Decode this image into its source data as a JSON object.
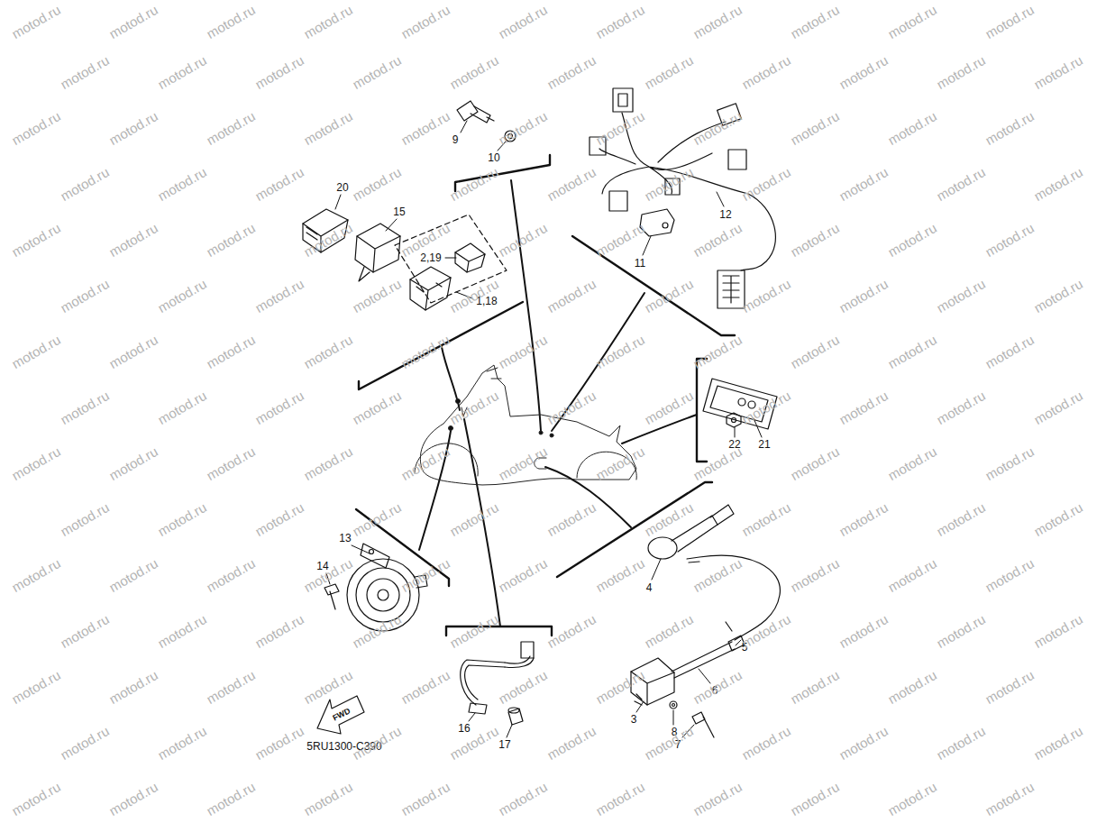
{
  "diagram": {
    "labels": [
      "9",
      "10",
      "20",
      "15",
      "2,19",
      "1,18",
      "12",
      "11",
      "22",
      "21",
      "13",
      "14",
      "4",
      "5",
      "6",
      "3",
      "8",
      "7",
      "16",
      "17",
      "FWD",
      "5RU1300-C390",
      "motod.ru",
      "motod.ru",
      "motod.ru",
      "motod.ru",
      "motod.ru",
      "motod.ru",
      "motod.ru",
      "motod.ru",
      "motod.ru",
      "motod.ru",
      "motod.ru",
      "motod.ru",
      "motod.ru",
      "motod.ru",
      "motod.ru",
      "motod.ru",
      "motod.ru",
      "motod.ru",
      "motod.ru",
      "motod.ru",
      "motod.ru",
      "motod.ru",
      "motod.ru",
      "motod.ru",
      "motod.ru",
      "motod.ru",
      "motod.ru",
      "motod.ru",
      "motod.ru",
      "motod.ru",
      "motod.ru",
      "motod.ru",
      "motod.ru",
      "motod.ru",
      "motod.ru",
      "motod.ru",
      "motod.ru",
      "motod.ru",
      "motod.ru",
      "motod.ru",
      "motod.ru",
      "motod.ru",
      "motod.ru",
      "motod.ru",
      "motod.ru",
      "motod.ru",
      "motod.ru",
      "motod.ru",
      "motod.ru",
      "motod.ru",
      "motod.ru",
      "motod.ru",
      "motod.ru",
      "motod.ru",
      "motod.ru",
      "motod.ru",
      "motod.ru",
      "motod.ru",
      "motod.ru",
      "motod.ru",
      "motod.ru",
      "motod.ru",
      "motod.ru",
      "motod.ru",
      "motod.ru",
      "motod.ru",
      "motod.ru",
      "motod.ru",
      "motod.ru",
      "motod.ru",
      "motod.ru",
      "motod.ru",
      "motod.ru",
      "motod.ru",
      "motod.ru",
      "motod.ru",
      "motod.ru",
      "motod.ru",
      "motod.ru",
      "motod.ru",
      "motod.ru",
      "motod.ru",
      "motod.ru",
      "motod.ru",
      "motod.ru",
      "motod.ru",
      "motod.ru",
      "motod.ru",
      "motod.ru",
      "motod.ru",
      "motod.ru",
      "motod.ru",
      "motod.ru",
      "motod.ru",
      "motod.ru",
      "motod.ru",
      "motod.ru",
      "motod.ru",
      "motod.ru",
      "motod.ru",
      "motod.ru",
      "motod.ru",
      "motod.ru",
      "motod.ru",
      "motod.ru",
      "motod.ru",
      "motod.ru",
      "motod.ru",
      "motod.ru",
      "motod.ru",
      "motod.ru",
      "motod.ru",
      "motod.ru",
      "motod.ru",
      "motod.ru",
      "motod.ru",
      "motod.ru",
      "motod.ru",
      "motod.ru",
      "motod.ru",
      "motod.ru",
      "motod.ru",
      "motod.ru",
      "motod.ru",
      "motod.ru",
      "motod.ru",
      "motod.ru",
      "motod.ru",
      "motod.ru",
      "motod.ru",
      "motod.ru",
      "motod.ru",
      "motod.ru",
      "motod.ru",
      "motod.ru",
      "motod.ru",
      "motod.ru",
      "motod.ru",
      "motod.ru",
      "motod.ru",
      "motod.ru",
      "motod.ru",
      "motod.ru",
      "motod.ru",
      "motod.ru",
      "motod.ru",
      "motod.ru",
      "motod.ru",
      "motod.ru",
      "motod.ru",
      "motod.ru",
      "motod.ru",
      "motod.ru",
      "motod.ru",
      "motod.ru",
      "motod.ru",
      "motod.ru",
      "motod.ru",
      "motod.ru",
      "motod.ru",
      "motod.ru",
      "motod.ru",
      "motod.ru",
      "motod.ru",
      "motod.ru"
    ]
  }
}
